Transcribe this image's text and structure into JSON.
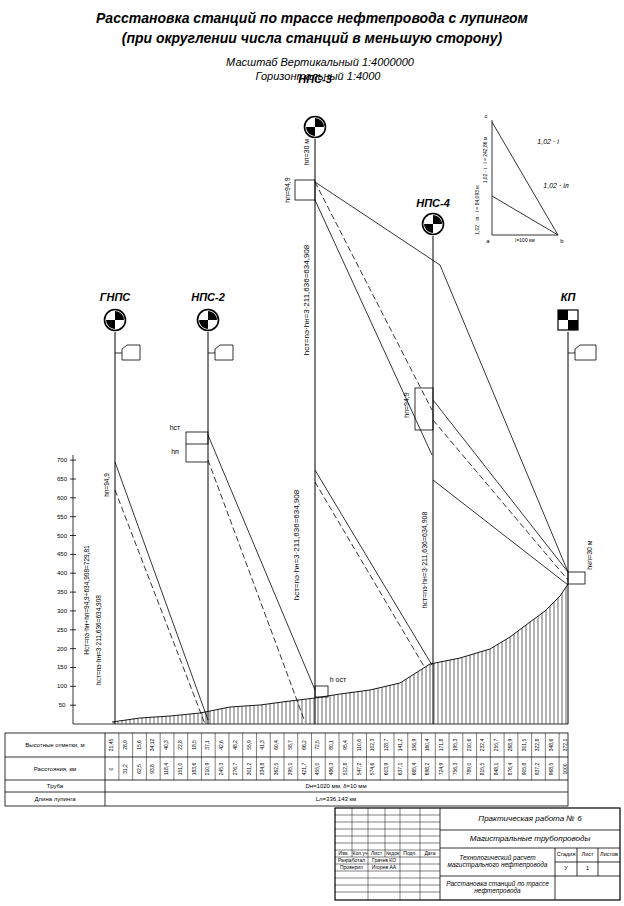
{
  "diagram": {
    "title": "Расстановка станций по трассе нефтепровода с лупингом (при округлении числа станций в меньшую сторону)",
    "nodes": [
      {
        "text": [
          "ГНПС"
        ]
      },
      {
        "text": [
          "НПС-2"
        ]
      },
      {
        "text": [
          "НПС-3"
        ]
      },
      {
        "text": [
          "НПС-4"
        ]
      },
      {
        "text": [
          "КП"
        ]
      }
    ],
    "labels": [
      "Масштаб Вертикальный 1:4000000",
      "Горизонтальный 1:4000",
      "700",
      "650",
      "600",
      "550",
      "500",
      "450",
      "400",
      "350",
      "300",
      "250",
      "200",
      "150",
      "100",
      "50",
      "hп=94,9",
      "Hст=nэ·hн+hп=94,9+634,908=729,81",
      "hст=nэ·hн=3·211,636=634,908",
      "hст",
      "hп",
      "hп=30 м",
      "hп=94,9",
      "hст=nэ·hн=3·211,636=634,908",
      "hст=nэ·hн=3·211,636=634,908",
      "h ост",
      "hп=94,9",
      "hст=nэ·hн=3·211,636=634,908",
      "hкп=30 м",
      "Высотные отметки, м",
      "Расстояния, км",
      "Труба",
      "Dн=1020 мм, δ=10 мм",
      "Длина лупинга",
      "Lл=336,143 км",
      "Практическая работа № 6",
      "Магистральные трубопроводы",
      "Изм.",
      "Кол.уч",
      "Лист",
      "№док",
      "Подп.",
      "Дата",
      "Разработал",
      "Грачев КО",
      "Проверил",
      "Игорев АА",
      "Технологический расчет магистрального нефтепровода",
      "Стадия",
      "Лист",
      "Листов",
      "У",
      "1",
      "Расстановка станций по трассе нефтепровода",
      "1,02 · i",
      "1,02 · iл",
      "c",
      "a",
      "b",
      "l=100 км",
      "1,02 · i · l = 242,86 м",
      "1,02 · iл · l = 84,093 м",
      "21,45",
      "28,9",
      "15,6",
      "34,12",
      "40,3",
      "22,8",
      "18,5",
      "37,1",
      "42,6",
      "48,2",
      "55,9",
      "41,3",
      "60,4",
      "58,7",
      "66,2",
      "72,5",
      "80,1",
      "95,4",
      "110,6",
      "102,3",
      "128,7",
      "141,2",
      "156,9",
      "160,4",
      "171,8",
      "195,3",
      "210,6",
      "232,4",
      "255,7",
      "268,9",
      "301,5",
      "322,8",
      "348,6",
      "372,1",
      "0",
      "31,2",
      "62,5",
      "93,8",
      "118,4",
      "151,0",
      "183,6",
      "210,9",
      "245,3",
      "276,7",
      "301,2",
      "334,8",
      "362,5",
      "395,1",
      "421,7",
      "455,0",
      "486,3",
      "512,8",
      "547,2",
      "574,6",
      "603,9",
      "637,1",
      "665,4",
      "698,2",
      "724,9",
      "756,3",
      "789,0",
      "815,5",
      "848,1",
      "876,4",
      "905,8",
      "937,2",
      "968,5",
      "1000"
    ]
  }
}
